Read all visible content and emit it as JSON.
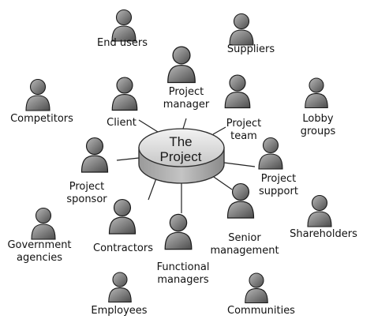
{
  "diagram": {
    "center": {
      "line1": "The",
      "line2": "Project"
    },
    "stakeholders": [
      {
        "id": "end-users",
        "lines": [
          "End users"
        ]
      },
      {
        "id": "suppliers",
        "lines": [
          "Suppliers"
        ]
      },
      {
        "id": "project-manager",
        "lines": [
          "Project",
          "manager"
        ]
      },
      {
        "id": "competitors",
        "lines": [
          "Competitors"
        ]
      },
      {
        "id": "client",
        "lines": [
          "Client"
        ]
      },
      {
        "id": "project-team",
        "lines": [
          "Project",
          "team"
        ]
      },
      {
        "id": "lobby-groups",
        "lines": [
          "Lobby",
          "groups"
        ]
      },
      {
        "id": "project-sponsor",
        "lines": [
          "Project",
          "sponsor"
        ]
      },
      {
        "id": "project-support",
        "lines": [
          "Project",
          "support"
        ]
      },
      {
        "id": "government-agencies",
        "lines": [
          "Government",
          "agencies"
        ]
      },
      {
        "id": "contractors",
        "lines": [
          "Contractors"
        ]
      },
      {
        "id": "senior-management",
        "lines": [
          "Senior",
          "management"
        ]
      },
      {
        "id": "shareholders",
        "lines": [
          "Shareholders"
        ]
      },
      {
        "id": "functional-managers",
        "lines": [
          "Functional",
          "managers"
        ]
      },
      {
        "id": "employees",
        "lines": [
          "Employees"
        ]
      },
      {
        "id": "communities",
        "lines": [
          "Communities"
        ]
      }
    ]
  }
}
